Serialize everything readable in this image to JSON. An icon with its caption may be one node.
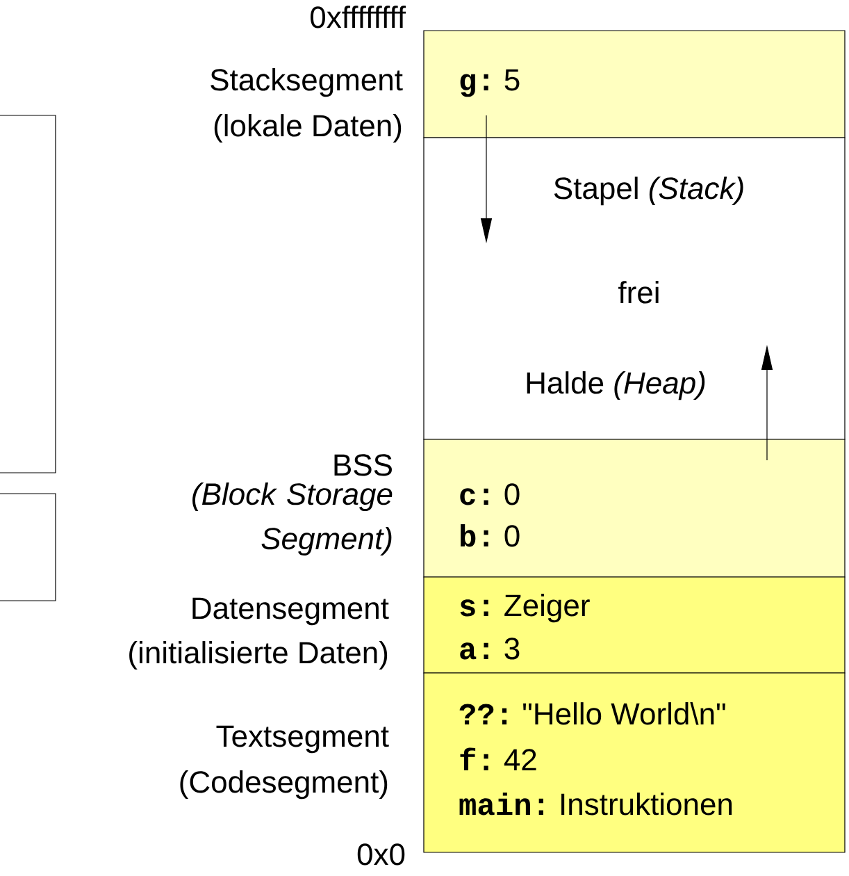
{
  "diagram": {
    "nodes": [
      {
        "text": [
          "g:",
          "5"
        ],
        "beside": [
          "Stacksegment",
          "(lokale Daten)"
        ]
      },
      {
        "text": [
          "Stapel *(Stack)*",
          "frei",
          "Halde *(Heap)*"
        ]
      },
      {
        "text": [
          "c:",
          "0",
          "b:",
          "0"
        ],
        "beside": [
          "BSS",
          "*(Block Storage Segment)*"
        ]
      },
      {
        "text": [
          "s:",
          "Zeiger",
          "a:",
          "3"
        ],
        "beside": [
          "Datensegment",
          "(initialisierte Daten)"
        ]
      },
      {
        "text": [
          "??:",
          "\"Hello World\\n\"",
          "f:",
          "42",
          "main:",
          "Instruktionen"
        ],
        "beside": [
          "Textsegment",
          "(Codesegment)"
        ]
      }
    ],
    "edges": [
      {
        "from": 0,
        "to": 1,
        "arrow": "to"
      },
      {
        "from": 2,
        "to": 1,
        "arrow": "to"
      }
    ],
    "labels": [
      "0xffffffff",
      "0x0"
    ]
  }
}
